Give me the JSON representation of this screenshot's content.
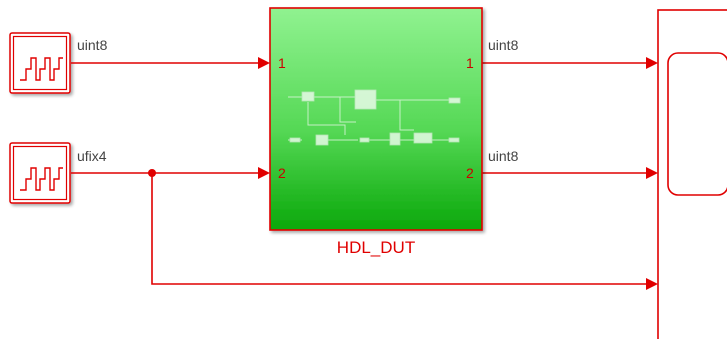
{
  "blocks": {
    "source_1": {
      "type": "signal-source"
    },
    "source_2": {
      "type": "signal-source"
    },
    "dut": {
      "name": "HDL_DUT",
      "inports": [
        "1",
        "2"
      ],
      "outports": [
        "1",
        "2"
      ],
      "fill_top": "#8df08d",
      "fill_bottom": "#0ea80e"
    },
    "scope": {
      "type": "scope"
    }
  },
  "signals": {
    "src1_out": "uint8",
    "src2_out": "ufix4",
    "dut_out1": "uint8",
    "dut_out2": "uint8"
  },
  "colors": {
    "wire": "#e00000",
    "block_border": "#e00000",
    "block_bg": "#ffffff"
  }
}
